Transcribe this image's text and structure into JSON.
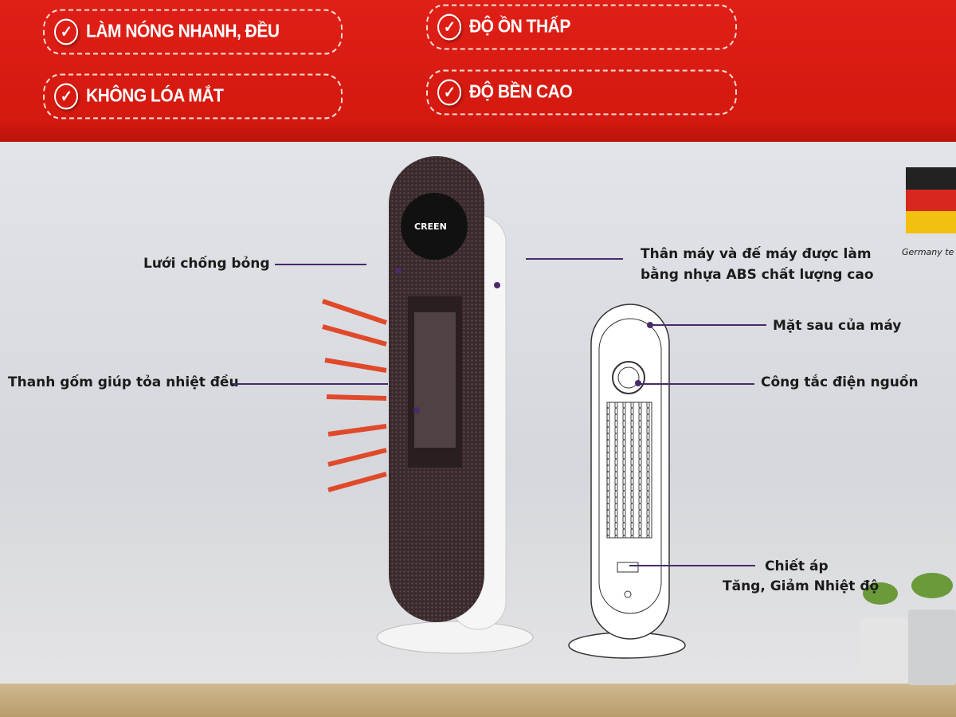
{
  "banner": {
    "color": "#dc1c14",
    "features": [
      {
        "label": "LÀM NÓNG NHANH, ĐỀU",
        "icon": "check-circle-icon"
      },
      {
        "label": "ĐỘ ỒN THẤP",
        "icon": "check-circle-icon"
      },
      {
        "label": "KHÔNG LÓA MẮT",
        "icon": "check-circle-icon"
      },
      {
        "label": "ĐỘ BỀN CAO",
        "icon": "check-circle-icon"
      }
    ]
  },
  "product": {
    "brand": "CREEN"
  },
  "flag": {
    "caption": "Germany te"
  },
  "callouts": {
    "mesh": "Lưới chống bỏng",
    "ceramic": "Thanh gốm giúp tỏa nhiệt đều",
    "body_line1": "Thân máy và đế máy được làm",
    "body_line2": "bằng nhựa ABS chất lượng cao",
    "back": "Mặt sau của máy",
    "switch": "Công tắc điện nguồn",
    "knob_line1": "Chiết áp",
    "knob_line2": "Tăng, Giảm Nhiệt độ"
  }
}
